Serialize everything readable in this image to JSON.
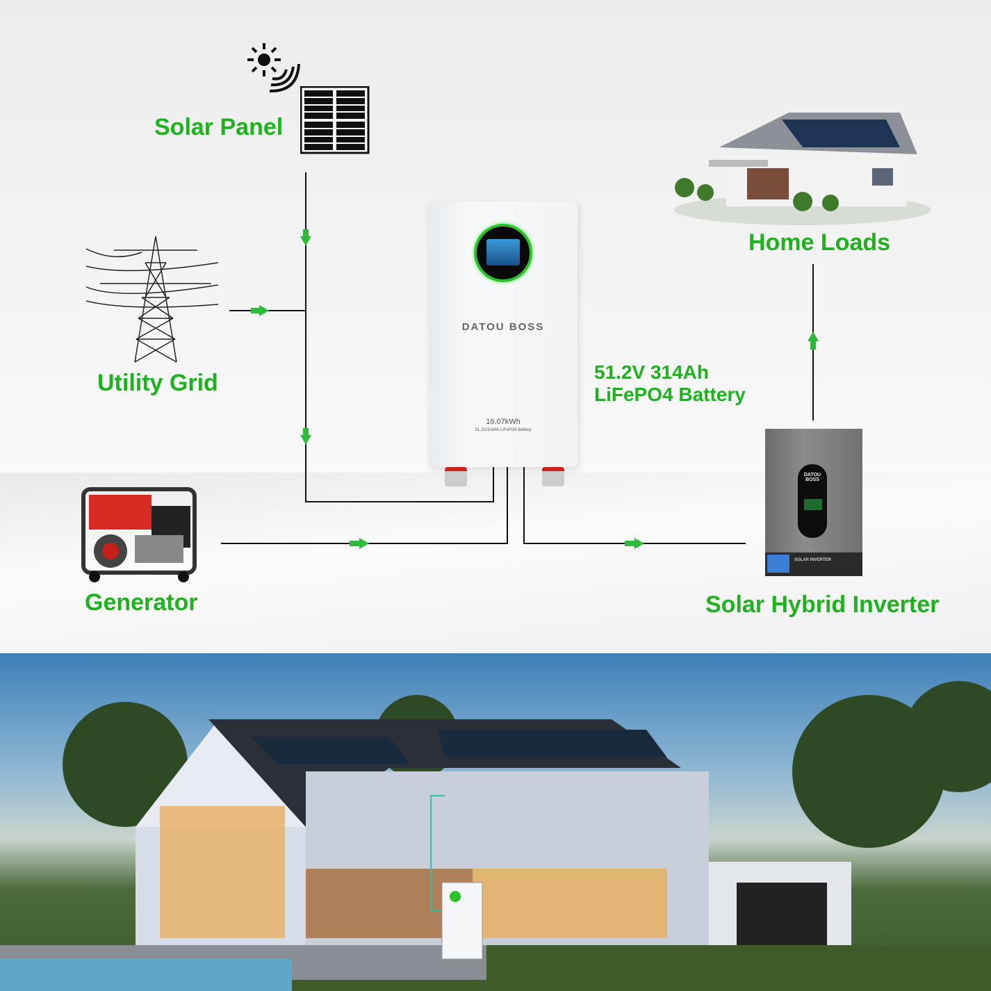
{
  "labels": {
    "solar_panel": "Solar Panel",
    "utility_grid": "Utility Grid",
    "generator": "Generator",
    "home_loads": "Home Loads",
    "battery_line1": "51.2V 314Ah",
    "battery_line2": "LiFePO4 Battery",
    "inverter": "Solar Hybrid Inverter"
  },
  "battery_device": {
    "brand": "DATOU BOSS",
    "capacity": "16.07kWh",
    "spec": "51.2V/314Ah LiFePO4 Battery"
  },
  "inverter_device": {
    "brand": "DATOU BOSS",
    "label": "SOLAR INVERTER"
  },
  "colors": {
    "label_green": "#1fb21f",
    "arrow_green": "#2dbb3a",
    "line": "#111111"
  }
}
